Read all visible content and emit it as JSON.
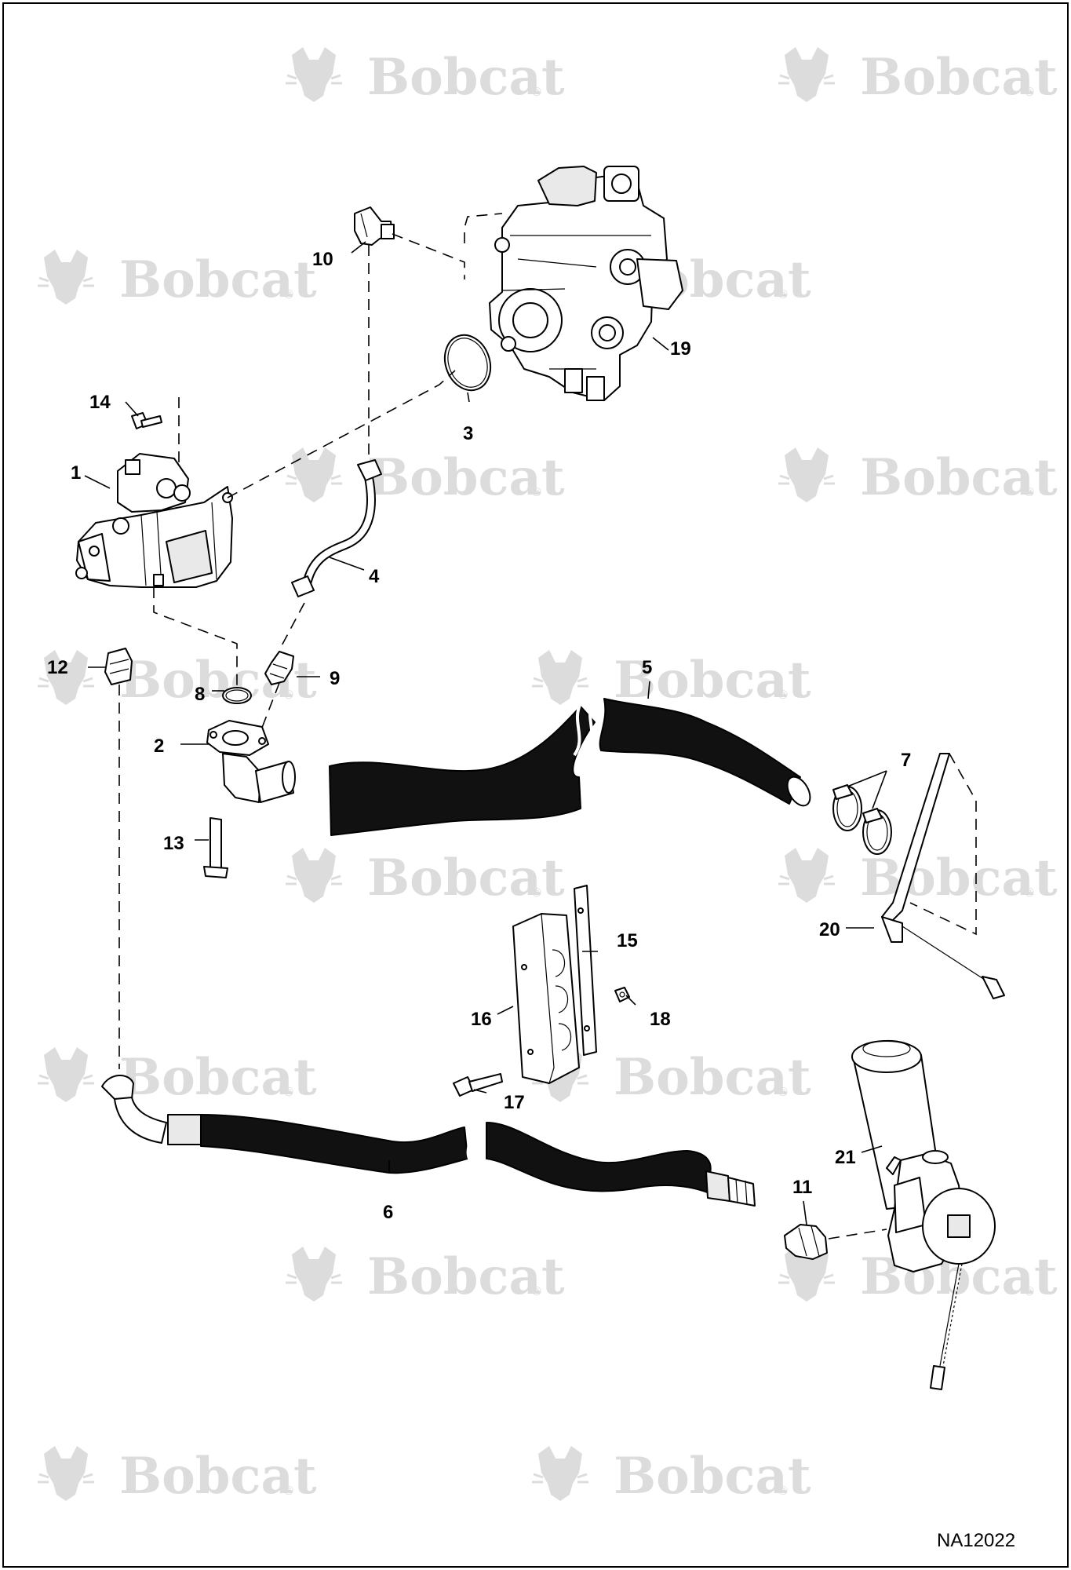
{
  "watermark": {
    "text": "Bobcat",
    "mark": "®"
  },
  "callouts": [
    {
      "id": "c1",
      "label": "1"
    },
    {
      "id": "c2",
      "label": "2"
    },
    {
      "id": "c3",
      "label": "3"
    },
    {
      "id": "c4",
      "label": "4"
    },
    {
      "id": "c5",
      "label": "5"
    },
    {
      "id": "c6",
      "label": "6"
    },
    {
      "id": "c7",
      "label": "7"
    },
    {
      "id": "c8",
      "label": "8"
    },
    {
      "id": "c9",
      "label": "9"
    },
    {
      "id": "c10",
      "label": "10"
    },
    {
      "id": "c11",
      "label": "11"
    },
    {
      "id": "c12",
      "label": "12"
    },
    {
      "id": "c13",
      "label": "13"
    },
    {
      "id": "c14",
      "label": "14"
    },
    {
      "id": "c15",
      "label": "15"
    },
    {
      "id": "c16",
      "label": "16"
    },
    {
      "id": "c17",
      "label": "17"
    },
    {
      "id": "c18",
      "label": "18"
    },
    {
      "id": "c19",
      "label": "19"
    },
    {
      "id": "c20",
      "label": "20"
    },
    {
      "id": "c21",
      "label": "21"
    }
  ],
  "figure_id": "NA12022",
  "icons": [
    "bobcat-logo-icon"
  ]
}
